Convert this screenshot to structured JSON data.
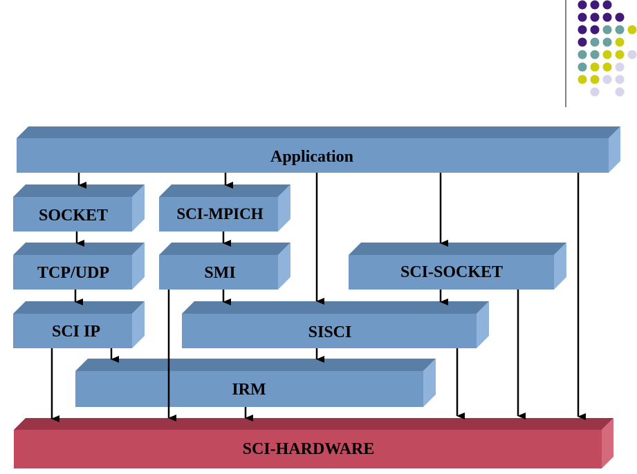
{
  "colors": {
    "box_front": "#7199c6",
    "box_top": "#5a7fa6",
    "box_side": "#8fb3da",
    "hw_front": "#c24a5f",
    "hw_top": "#9a3447",
    "hw_side": "#d46a7c",
    "arrow": "#000000",
    "dot_purple": "#3f1a78",
    "dot_teal": "#6aa0a0",
    "dot_yellow": "#cccc10",
    "dot_lavender": "#d8d4ec"
  },
  "decoration": {
    "dot_grid": [
      [
        "purple",
        "purple",
        "purple",
        "none",
        "none"
      ],
      [
        "purple",
        "purple",
        "purple",
        "purple",
        "none"
      ],
      [
        "purple",
        "purple",
        "teal",
        "teal",
        "yellow"
      ],
      [
        "purple",
        "teal",
        "teal",
        "yellow",
        "none"
      ],
      [
        "teal",
        "teal",
        "yellow",
        "yellow",
        "lavender"
      ],
      [
        "teal",
        "yellow",
        "yellow",
        "lavender",
        "none"
      ],
      [
        "yellow",
        "yellow",
        "lavender",
        "lavender",
        "none"
      ],
      [
        "none",
        "lavender",
        "none",
        "lavender",
        "none"
      ]
    ]
  },
  "diagram": {
    "application": "Application",
    "socket": "SOCKET",
    "sci_mpich": "SCI-MPICH",
    "tcp_udp": "TCP/UDP",
    "smi": "SMI",
    "sci_socket": "SCI-SOCKET",
    "sci_ip": "SCI IP",
    "sisci": "SISCI",
    "irm": "IRM",
    "sci_hardware": "SCI-HARDWARE"
  }
}
